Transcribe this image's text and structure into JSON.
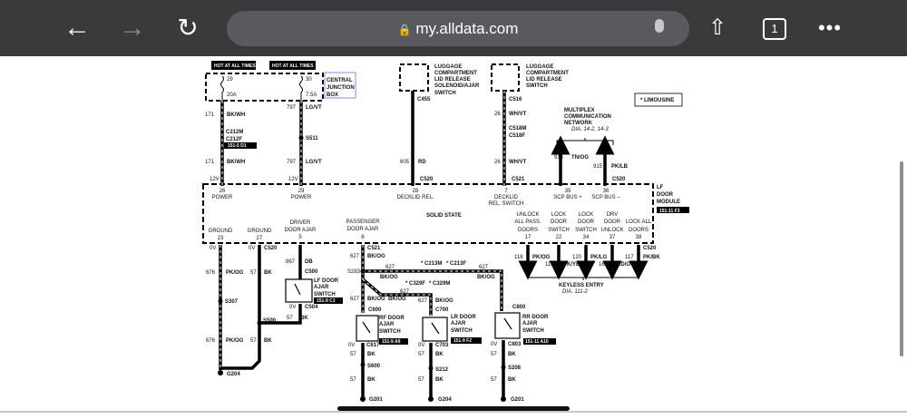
{
  "browser": {
    "url": "my.alldata.com",
    "tab_count": "1",
    "back_icon": "arrow-left-icon",
    "forward_icon": "arrow-right-icon",
    "reload_icon": "reload-icon",
    "lock_icon": "lock-icon",
    "mic_icon": "microphone-icon",
    "share_icon": "share-icon",
    "more_icon": "more-icon"
  },
  "diagram": {
    "hot1": "HOT AT ALL TIMES",
    "hot2": "HOT AT ALL TIMES",
    "fuse1_num": "29",
    "fuse1_amp": "20A",
    "fuse2_num": "30",
    "fuse2_amp": "7.5A",
    "cjb": [
      "CENTRAL",
      "JUNCTION",
      "BOX"
    ],
    "lug1": [
      "LUGGAGE",
      "COMPARTMENT",
      "LID RELEASE",
      "SOLENOID/AJAR",
      "SWITCH"
    ],
    "lug2": [
      "LUGGAGE",
      "COMPARTMENT",
      "LID RELEASE",
      "SWITCH"
    ],
    "limousine": "* LIMOUSINE",
    "multiplex": [
      "MULTIPLEX",
      "COMMUNICATION",
      "NETWORK"
    ],
    "multiplex_ref": "DIA. 14-2, 14-3",
    "wires": {
      "w171a": [
        "171",
        "BK/WH"
      ],
      "w171b": [
        "171",
        "BK/WH"
      ],
      "w797a": [
        "797",
        "LG/VT"
      ],
      "w797b": [
        "797",
        "LG/VT"
      ],
      "w605": [
        "605",
        "RD"
      ],
      "w26a": [
        "26",
        "WH/VT"
      ],
      "w26b": [
        "26",
        "WH/VT"
      ],
      "w914": [
        "914",
        "TN/OG"
      ],
      "w915": [
        "915",
        "PK/LB"
      ],
      "w676a": [
        "676",
        "PK/OG"
      ],
      "w676b": [
        "676",
        "PK/OG"
      ],
      "w57a": [
        "57",
        "BK"
      ],
      "w57b": [
        "57",
        "BK"
      ],
      "w57c": [
        "57",
        "BK"
      ],
      "w867": [
        "867",
        "DB"
      ],
      "w627a": [
        "627",
        "BK/OG"
      ],
      "w627b": [
        "627",
        "BK/OG"
      ],
      "w627c": [
        "627",
        "BK/OG"
      ],
      "w627d": [
        "627",
        "BK/OG"
      ],
      "w627e": [
        "627",
        "BK/OG"
      ],
      "w627f": [
        "627",
        "BK/OG"
      ],
      "w57rf1": [
        "57",
        "BK"
      ],
      "w57rf2": [
        "57",
        "BK"
      ],
      "w57lr1": [
        "57",
        "BK"
      ],
      "w57lr2": [
        "57",
        "BK"
      ],
      "w57rr1": [
        "57",
        "BK"
      ],
      "w57rr2": [
        "57",
        "BK"
      ],
      "w118": [
        "118",
        "PK/OG"
      ],
      "w119": [
        "119",
        "PK/YE"
      ],
      "w120": [
        "120",
        "PK/LG"
      ],
      "w163": [
        "163",
        "RD/OG"
      ],
      "w117": [
        "117",
        "PK/BK"
      ]
    },
    "connectors": {
      "c212m": "C212M",
      "c212f": "C212F",
      "c212_ref": "151-5 D1",
      "s511": "S511",
      "c455": "C455",
      "c520a": "C520",
      "c516": "C516",
      "c518m": "C518M",
      "c518f": "C518F",
      "c521a": "C521",
      "c520b": "C520",
      "c520c": "C520",
      "c521b": "C521",
      "c520d": "C520",
      "c500": "C500",
      "c504": "C504",
      "s307": "S307",
      "s500": "S500",
      "g204a": "G204",
      "s283": "S283",
      "c213m": "* C213M",
      "c213f": "* C213F",
      "c329f": "* C329F",
      "c329m": "* C329M",
      "c600": "C600",
      "c617": "C617",
      "s600": "S600",
      "g201a": "G201",
      "c700": "C700",
      "c703": "C703",
      "s212": "S212",
      "g204b": "G204",
      "c800": "C800",
      "c803": "C803",
      "s208": "S208",
      "g201b": "G201",
      "v12a": "12V",
      "v12b": "12V",
      "v0a": "0V",
      "v0b": "0V",
      "v0c": "0V",
      "v0d": "0V",
      "v0e": "0V",
      "v0f": "0V"
    },
    "module": {
      "name": [
        "LF",
        "DOOR",
        "MODULE"
      ],
      "ref": "151-11 F3",
      "type": "SOLID STATE",
      "pins_top": [
        {
          "num": "26",
          "label": [
            "POWER"
          ]
        },
        {
          "num": "29",
          "label": [
            "POWER"
          ]
        },
        {
          "num": "28",
          "label": [
            "DECKLID REL."
          ]
        },
        {
          "num": "7",
          "label": [
            "DECKLID",
            "REL. SWITCH"
          ]
        },
        {
          "num": "35",
          "label": [
            "SCP BUS +"
          ]
        },
        {
          "num": "36",
          "label": [
            "SCP BUS –"
          ]
        }
      ],
      "pins_bottom": [
        {
          "num": "23",
          "label": [
            "GROUND"
          ]
        },
        {
          "num": "27",
          "label": [
            "GROUND"
          ]
        },
        {
          "num": "5",
          "label": [
            "DRIVER",
            "DOOR AJAR"
          ]
        },
        {
          "num": "6",
          "label": [
            "PASSENGER",
            "DOOR AJAR"
          ]
        },
        {
          "num": "17",
          "label": [
            "UNLOCK",
            "ALL PASS.",
            "DOORS"
          ]
        },
        {
          "num": "22",
          "label": [
            "LOCK",
            "DOOR",
            "SWITCH"
          ]
        },
        {
          "num": "34",
          "label": [
            "LOCK",
            "DOOR",
            "SWITCH"
          ]
        },
        {
          "num": "37",
          "label": [
            "DRV",
            "DOOR",
            "UNLOCK"
          ]
        },
        {
          "num": "38",
          "label": [
            "LOCK ALL",
            "DOORS"
          ]
        }
      ]
    },
    "switches": {
      "lf": [
        "LF DOOR",
        "AJAR",
        "SWITCH"
      ],
      "lf_ref": "151-9 C1",
      "rf": [
        "RF DOOR",
        "AJAR",
        "SWITCH"
      ],
      "rf_ref": "151-9 A9",
      "lr": [
        "LR DOOR",
        "AJAR",
        "SWITCH"
      ],
      "lr_ref": "151-9 F2",
      "rr": [
        "RR DOOR",
        "AJAR",
        "SWITCH"
      ],
      "rr_ref": "151-11 A10"
    },
    "keyless": "KEYLESS ENTRY",
    "keyless_ref": "DIA. 111-2"
  }
}
